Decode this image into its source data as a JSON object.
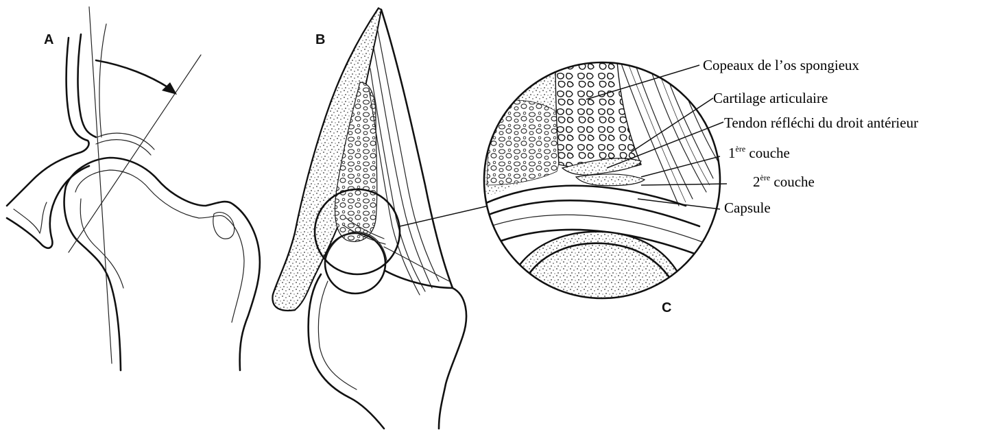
{
  "panels": {
    "a": "A",
    "b": "B",
    "c": "C"
  },
  "labels": {
    "cancellous_chips": "Copeaux de l’os spongieux",
    "articular_cartilage": "Cartilage articulaire",
    "reflected_tendon": "Tendon réfléchi du droit antérieur",
    "layer1_num": "1",
    "layer1_sup": "ère",
    "layer1_text": " couche",
    "layer2_num": "2",
    "layer2_sup": "ère",
    "layer2_text": " couche",
    "capsule": "Capsule"
  }
}
